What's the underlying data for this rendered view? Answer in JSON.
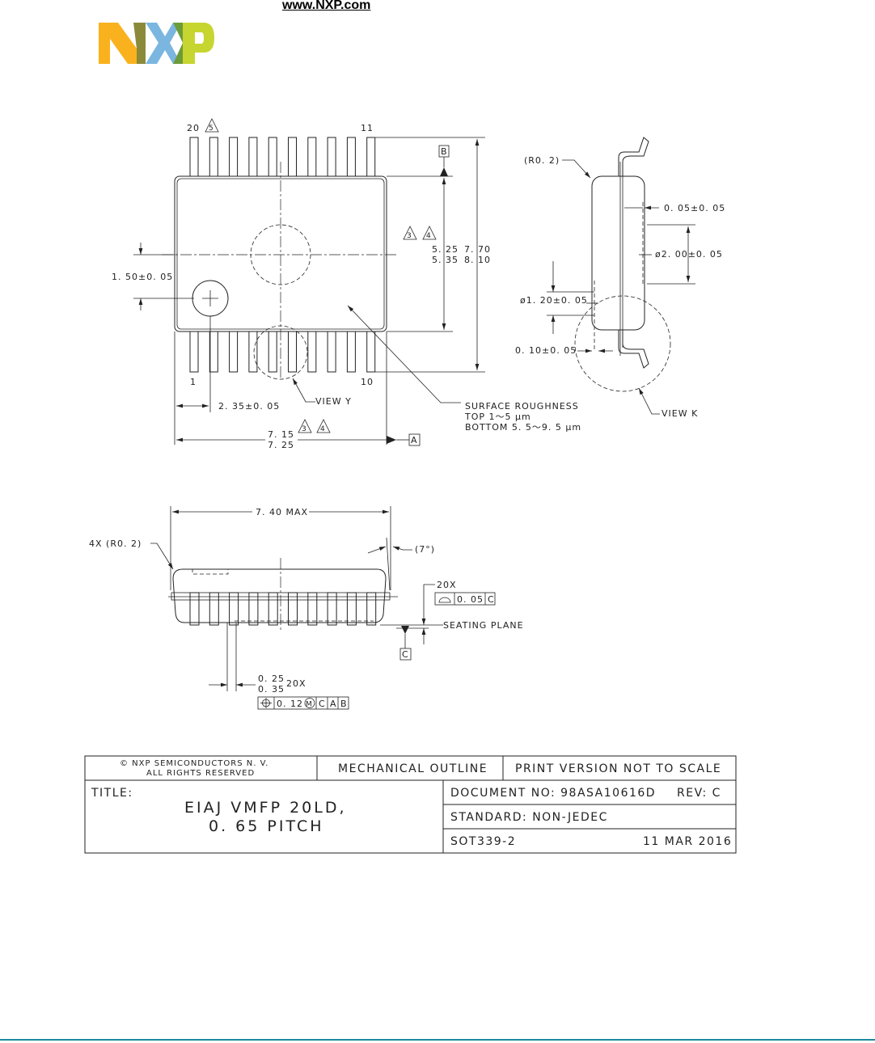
{
  "header": {
    "url": "www.NXP.com",
    "logo_text": "NXP",
    "logo_colors": [
      "#f9b21d",
      "#8b8a3a",
      "#7ab6e0",
      "#6c9c3a",
      "#c7d530"
    ]
  },
  "top_view": {
    "pin_20": "20",
    "pin_11": "11",
    "pin_1": "1",
    "pin_10": "10",
    "note_5": "5",
    "note_3": "3",
    "note_4": "4",
    "datum_b": "B",
    "datum_a": "A",
    "dim_width_1": "5. 25",
    "dim_width_2": "5. 35",
    "dim_total_1": "7. 70",
    "dim_total_2": "8. 10",
    "dim_hole_offset": "1. 50±0. 05",
    "dim_pin_offset": "2. 35±0. 05",
    "view_y": "VIEW Y",
    "dim_len_1": "7. 15",
    "dim_len_2": "7. 25",
    "surface_title": "SURFACE ROUGHNESS",
    "surface_top": "TOP 1～5 μm",
    "surface_bottom": "BOTTOM 5. 5～9. 5 μm"
  },
  "side_view": {
    "radius": "(R0. 2)",
    "dim_depth": "0. 05±0. 05",
    "dim_dia_large": "ø2. 00±0. 05",
    "dim_dia_small": "ø1. 20±0. 05",
    "dim_small": "0. 10±0. 05",
    "view_k": "VIEW K"
  },
  "end_view": {
    "dim_max": "7. 40 MAX",
    "radius": "4X (R0. 2)",
    "angle": "(7°)",
    "count_20x": "20X",
    "flatness_value": "0. 05",
    "datum_c": "C",
    "seating_plane": "SEATING PLANE",
    "lead_w_1": "0. 25",
    "lead_w_2": "0. 35",
    "lead_count": "20X",
    "position_value": "0. 12",
    "modifier_m": "M",
    "ref_c": "C",
    "ref_a": "A",
    "ref_b": "B"
  },
  "title_block": {
    "copyright_1": "© NXP SEMICONDUCTORS N. V.",
    "copyright_2": "ALL RIGHTS RESERVED",
    "mechanical_outline": "MECHANICAL OUTLINE",
    "print_note": "PRINT VERSION NOT TO SCALE",
    "title_label": "TITLE:",
    "title_line_1": "EIAJ VMFP 20LD,",
    "title_line_2": "0. 65 PITCH",
    "document_no": "DOCUMENT NO: 98ASA10616D",
    "rev": "REV: C",
    "standard": "STANDARD: NON-JEDEC",
    "package": "SOT339-2",
    "date": "11 MAR 2016"
  }
}
